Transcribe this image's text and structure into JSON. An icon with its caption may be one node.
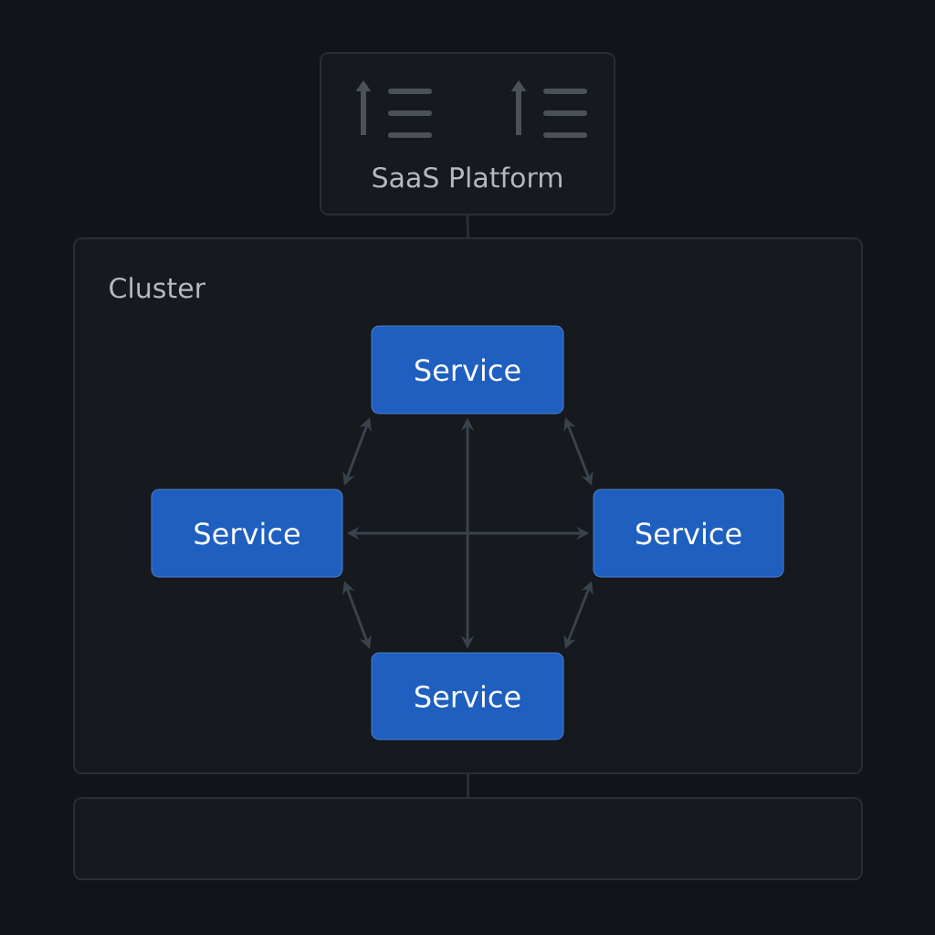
{
  "diagram": {
    "nodes": [
      {
        "text": [
          "SaaS Platform"
        ]
      },
      {
        "text": [
          "Cluster"
        ]
      },
      {
        "text": [
          "Service"
        ],
        "in": 1
      },
      {
        "text": [
          "Service"
        ],
        "in": 1
      },
      {
        "text": [
          "Service"
        ],
        "in": 1
      },
      {
        "text": [
          "Service"
        ],
        "in": 1
      },
      {
        "text": [],
        "shape": "box"
      }
    ],
    "edges": [
      {
        "from": 0,
        "to": 1,
        "arrow": "none"
      },
      {
        "from": 1,
        "to": 6,
        "arrow": "none"
      },
      {
        "from": 2,
        "to": 3,
        "arrow": "both"
      },
      {
        "from": 2,
        "to": 4,
        "arrow": "both"
      },
      {
        "from": 2,
        "to": 5,
        "arrow": "both"
      },
      {
        "from": 3,
        "to": 4,
        "arrow": "both"
      },
      {
        "from": 3,
        "to": 5,
        "arrow": "both"
      },
      {
        "from": 4,
        "to": 5,
        "arrow": "both"
      }
    ]
  }
}
